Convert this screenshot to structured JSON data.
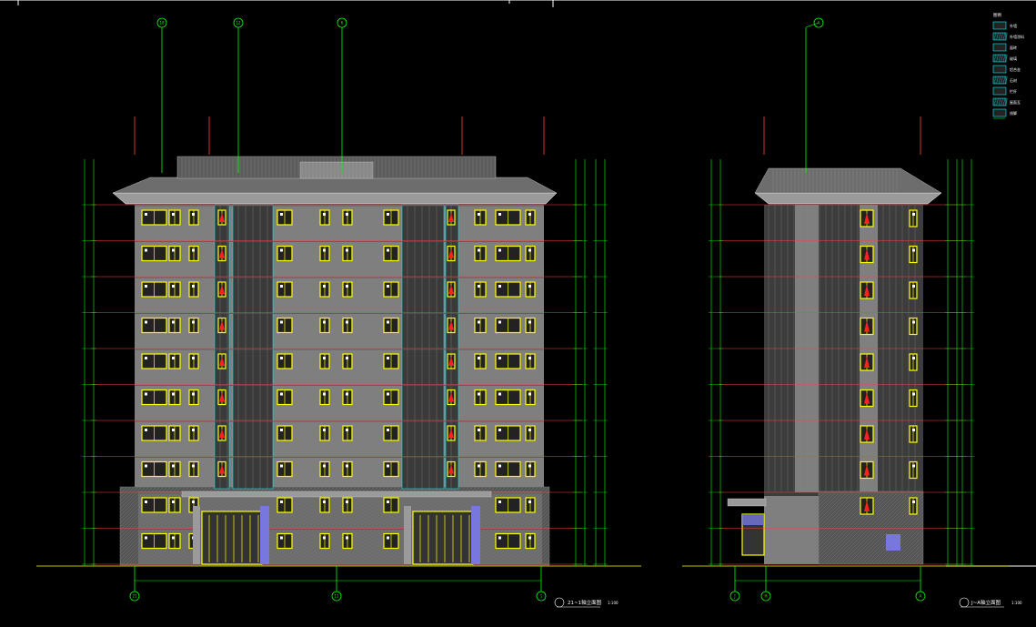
{
  "colors": {
    "background": "#000000",
    "wall": "#7f7f7f",
    "grid_line": "#00ff00",
    "floor_line": "#ff4040",
    "glass_edge": "#00ffff",
    "window_frame": "#ffff00",
    "accent_red": "#ff2020",
    "door_blue": "#7777dd",
    "text": "#ffffff"
  },
  "front_elevation": {
    "axis_labels_top": [
      "18",
      "12",
      "6"
    ],
    "axis_labels_bottom": [
      "21",
      "11",
      "1"
    ],
    "floor_count": 10,
    "title_label": "21~1轴立面图",
    "scale_label": "1:100"
  },
  "side_elevation": {
    "axis_labels_top": [
      "A"
    ],
    "axis_labels_bottom": [
      "J",
      "H",
      "A"
    ],
    "floor_count": 10,
    "title_label": "J~A轴立面图",
    "scale_label": "1:100"
  },
  "legend": {
    "title": "图例",
    "items": [
      "外墙",
      "外墙涂料",
      "面砖",
      "玻璃",
      "铝合金",
      "石材",
      "栏杆",
      "屋面瓦",
      "线脚"
    ]
  }
}
